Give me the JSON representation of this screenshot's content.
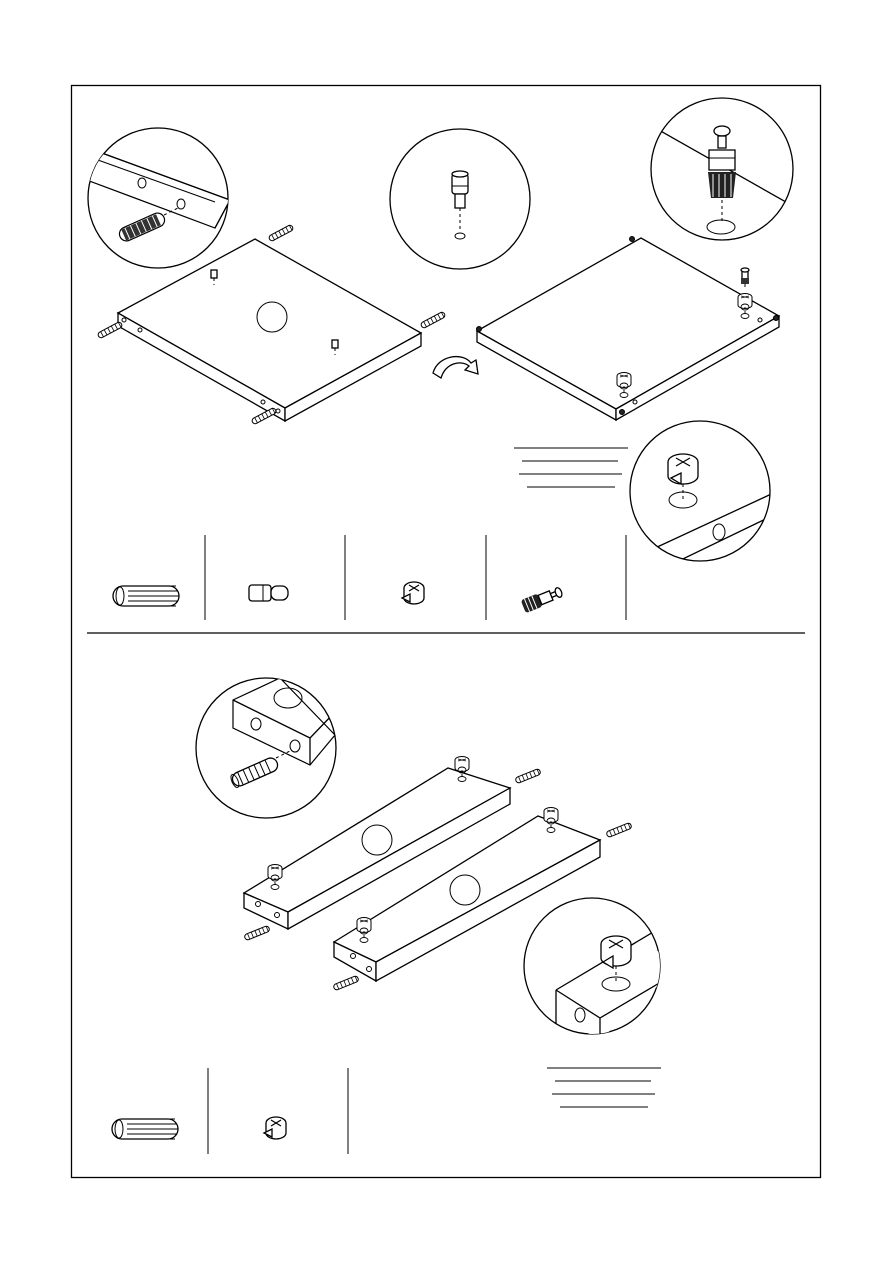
{
  "page": {
    "background": "#ffffff",
    "line_color": "#000000"
  },
  "step_1": {
    "detail_circles": [
      "dowel-detail",
      "shelf-pin-detail",
      "cam-bolt-detail",
      "cam-lock-detail"
    ],
    "parts": [
      {
        "name": "wooden-dowel-icon"
      },
      {
        "name": "shelf-pin-icon"
      },
      {
        "name": "cam-lock-icon"
      },
      {
        "name": "cam-bolt-icon"
      }
    ]
  },
  "step_2": {
    "detail_circles": [
      "dowel-detail",
      "cam-lock-detail"
    ],
    "parts": [
      {
        "name": "wooden-dowel-icon"
      },
      {
        "name": "cam-lock-icon"
      }
    ]
  }
}
